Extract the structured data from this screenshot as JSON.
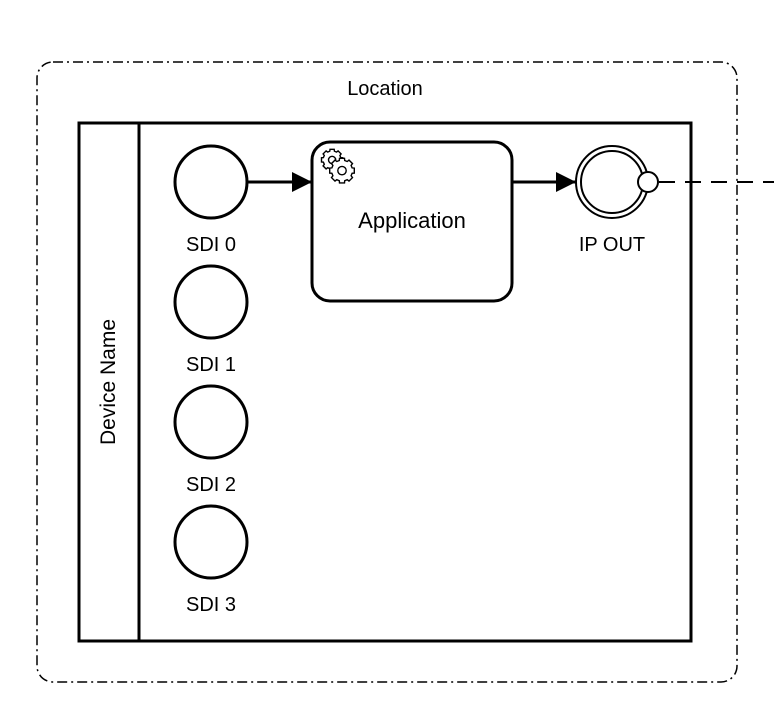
{
  "group": {
    "label": "Location"
  },
  "pool": {
    "lane_label": "Device Name"
  },
  "start_events": [
    {
      "label": "SDI 0"
    },
    {
      "label": "SDI 1"
    },
    {
      "label": "SDI 2"
    },
    {
      "label": "SDI 3"
    }
  ],
  "task": {
    "label": "Application",
    "icon": "gears-icon"
  },
  "end_event": {
    "label": "IP OUT"
  },
  "colors": {
    "stroke": "#000000",
    "background": "#ffffff"
  }
}
